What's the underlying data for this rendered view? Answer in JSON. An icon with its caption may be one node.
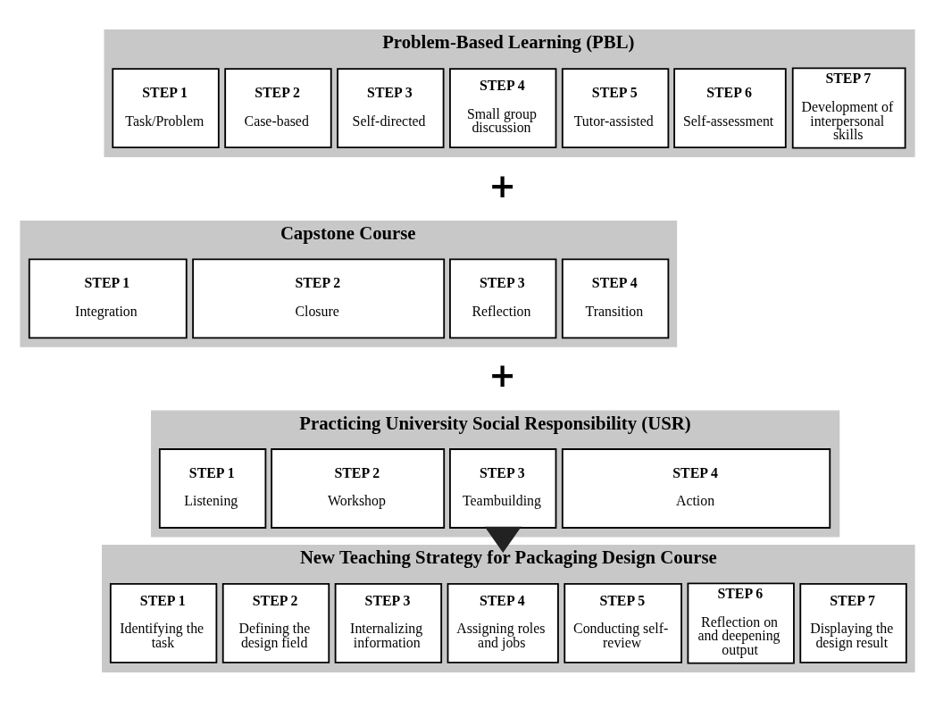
{
  "diagram": {
    "nodes": [
      {
        "text": [
          "Problem-Based Learning (PBL)"
        ]
      },
      {
        "text": [
          "STEP 1",
          "Task/Problem"
        ],
        "in": 0
      },
      {
        "text": [
          "STEP 2",
          "Case-based"
        ],
        "in": 0
      },
      {
        "text": [
          "STEP 3",
          "Self-directed"
        ],
        "in": 0
      },
      {
        "text": [
          "STEP 4",
          "Small group discussion"
        ],
        "in": 0
      },
      {
        "text": [
          "STEP 5",
          "Tutor-assisted"
        ],
        "in": 0
      },
      {
        "text": [
          "STEP 6",
          "Self-assessment"
        ],
        "in": 0
      },
      {
        "text": [
          "STEP 7",
          "Development of interpersonal skills"
        ],
        "in": 0
      },
      {
        "text": [
          "Capstone Course"
        ]
      },
      {
        "text": [
          "STEP 1",
          "Integration"
        ],
        "in": 8
      },
      {
        "text": [
          "STEP 2",
          "Closure"
        ],
        "in": 8
      },
      {
        "text": [
          "STEP 3",
          "Reflection"
        ],
        "in": 8
      },
      {
        "text": [
          "STEP 4",
          "Transition"
        ],
        "in": 8
      },
      {
        "text": [
          "Practicing University Social Responsibility (USR)"
        ]
      },
      {
        "text": [
          "STEP 1",
          "Listening"
        ],
        "in": 13
      },
      {
        "text": [
          "STEP 2",
          "Workshop"
        ],
        "in": 13
      },
      {
        "text": [
          "STEP 3",
          "Teambuilding"
        ],
        "in": 13
      },
      {
        "text": [
          "STEP 4",
          "Action"
        ],
        "in": 13
      },
      {
        "text": [
          "New Teaching Strategy for Packaging Design Course"
        ]
      },
      {
        "text": [
          "STEP 1",
          "Identifying the task"
        ],
        "in": 18
      },
      {
        "text": [
          "STEP 2",
          "Defining the design field"
        ],
        "in": 18
      },
      {
        "text": [
          "STEP 3",
          "Internalizing information"
        ],
        "in": 18
      },
      {
        "text": [
          "STEP 4",
          "Assigning roles and jobs"
        ],
        "in": 18
      },
      {
        "text": [
          "STEP 5",
          "Conducting self-review"
        ],
        "in": 18
      },
      {
        "text": [
          "STEP 6",
          "Reflection on and deepening output"
        ],
        "in": 18
      },
      {
        "text": [
          "STEP 7",
          "Displaying the design result"
        ],
        "in": 18
      }
    ],
    "edges": [
      {
        "from": 13,
        "to": 18,
        "arrow": "to",
        "style": "thick"
      }
    ],
    "labels": [
      "+",
      "+"
    ]
  }
}
